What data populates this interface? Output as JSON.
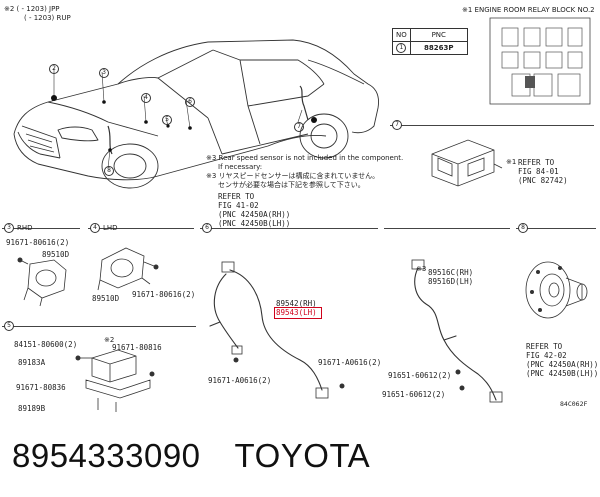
{
  "header": {
    "note2_line1": "※2 (      - 1203) JPP",
    "note2_line2": "(      - 1203) RUP",
    "note1_title": "※1 ENGINE ROOM RELAY BLOCK NO.2"
  },
  "pnc_table": {
    "col_no": "NO",
    "col_pnc": "PNC",
    "row_no": "1",
    "row_pnc": "88263P"
  },
  "car_callouts": [
    "2",
    "3",
    "4",
    "5",
    "6",
    "7",
    "8"
  ],
  "notes": {
    "en_line1": "※3 Rear speed sensor is not included in the component.",
    "en_line2": "If necessary:",
    "jp_line1": "※3 リヤスピードセンサーは構成に含まれていません。",
    "jp_line2": "センサが必要な場合は下記を参照して下さい。",
    "ref1": "REFER TO",
    "ref2": "FIG 41-02",
    "ref3": "(PNC 42450A(RH))",
    "ref4": "(PNC 42450B(LH))"
  },
  "sec7": {
    "num": "7",
    "star": "※1",
    "ref1": "REFER TO",
    "ref2": "FIG 84-01",
    "ref3": "(PNC 82742)"
  },
  "sec3": {
    "num": "3",
    "label": "RHD",
    "p1": "91671-80616(2)",
    "p2": "89510D"
  },
  "sec4": {
    "num": "4",
    "label": "LHD",
    "p1": "89510D",
    "p2": "91671-80616(2)"
  },
  "sec6": {
    "num": "6",
    "p_rh": "89542(RH)",
    "p_lh": "89543(LH)",
    "p1": "91671-A0616(2)",
    "p2": "91671-A0616(2)"
  },
  "sec5": {
    "num": "5",
    "p1": "84151-80600(2)",
    "p2": "91671-80816",
    "p3": "89183A",
    "p4": "91671-80836",
    "p5": "89189B",
    "star": "※2"
  },
  "sec_sensor": {
    "star": "※3",
    "p_rh": "89516C(RH)",
    "p_lh": "89516D(LH)",
    "p1": "91651-60612(2)",
    "p2": "91651-60612(2)"
  },
  "sec8": {
    "num": "8",
    "ref1": "REFER TO",
    "ref2": "FIG 42-02",
    "ref3": "(PNC 42450A(RH))",
    "ref4": "(PNC 42450B(LH))"
  },
  "figure_code": "84C062F",
  "footer": {
    "part_number": "8954333090",
    "brand": "TOYOTA"
  }
}
